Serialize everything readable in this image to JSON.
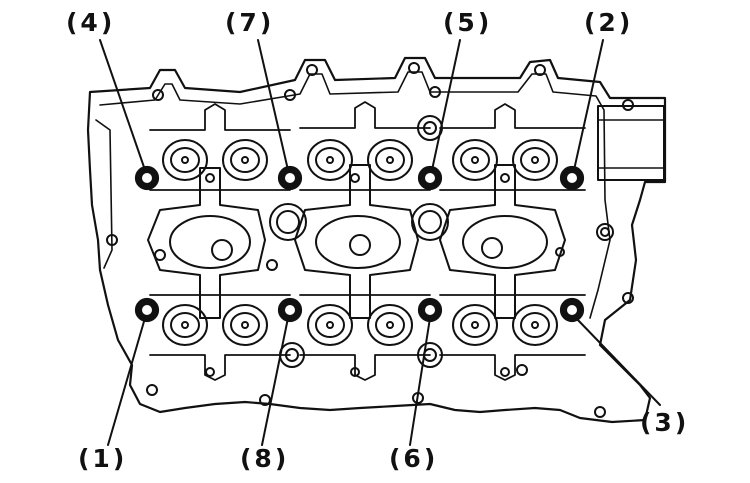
{
  "labels": {
    "bolt_1": "(1)",
    "bolt_2": "(2)",
    "bolt_3": "(3)",
    "bolt_4": "(4)",
    "bolt_5": "(5)",
    "bolt_6": "(6)",
    "bolt_7": "(7)",
    "bolt_8": "(8)"
  },
  "colors": {
    "line": "#111111",
    "background": "#ffffff"
  }
}
